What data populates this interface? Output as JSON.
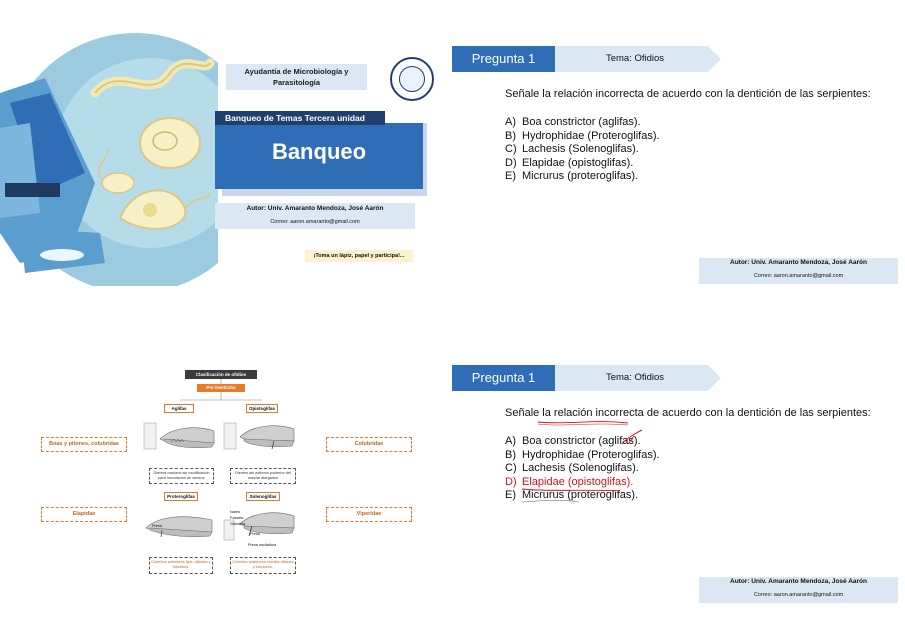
{
  "cover": {
    "institution": "Ayudantía de Microbiología y Parasitología",
    "subtitle": "Banqueo de Temas Tercera unidad",
    "title": "Banqueo",
    "author": "Autor: Univ. Amaranto Mendoza, José Aarón",
    "email": "Correo: aaron.amaranto@gmail.com",
    "cta": "¡Toma un lápiz, papel y participa!..."
  },
  "question_slide": {
    "tab": "Pregunta 1",
    "topic": "Tema: Ofidios",
    "prompt": "Señale la relación incorrecta de acuerdo con la dentición de las serpientes:",
    "options": [
      {
        "letter": "A)",
        "text": "Boa constrictor (aglifas)."
      },
      {
        "letter": "B)",
        "text": "Hydrophidae (Proteroglifas)."
      },
      {
        "letter": "C)",
        "text": "Lachesis (Solenoglifas)."
      },
      {
        "letter": "D)",
        "text": "Elapidae (opistoglifas)."
      },
      {
        "letter": "E)",
        "text": "Micrurus (proteroglifas)."
      }
    ],
    "answer_slide_options": [
      {
        "letter": "A)",
        "text": "Boa constrictor (aglifas)."
      },
      {
        "letter": "B)",
        "text": "Hydrophidae (Proteroglifas)."
      },
      {
        "letter": "C)",
        "text": "Lachesis (Solenoglifas)."
      },
      {
        "letter": "D)",
        "text": "Elapidae (opistoglifas)."
      },
      {
        "letter": "E)",
        "text": "Micrurus (proteroglifas)."
      }
    ],
    "footer_author": "Autor: Univ. Amaranto Mendoza, José Aarón",
    "footer_email": "Correo: aaron.amaranto@gmail.com",
    "highlight_color": "#d0141c"
  },
  "diagram": {
    "title": "Clasificación de ofidios",
    "subtitle": "Por Dentición",
    "types": {
      "aglifas": "Aglifas",
      "opistoglifas": "Opistoglifas",
      "proteroglifas": "Proteroglifas",
      "solenoglifas": "Solenoglifas"
    },
    "examples": {
      "left_top": "Boas y pitones, colubridae",
      "left_bottom": "Elapidae",
      "right_top": "Colubridae",
      "right_bottom": "Viperidae"
    },
    "notes": {
      "aglifas": "Dientes macizos sin modificación para inoculación de veneno",
      "opistoglifas": "Dientes del extremo posterior del maxilar alargados",
      "proteroglifas": "Colmillos anteriores fijos, afilados y tubulares.",
      "solenoglifas": "Colmillos anteriores móviles afilados y tubulares."
    },
    "labels": {
      "presa1": "Presa",
      "presa2": "Presa",
      "nares": "Nares",
      "fosseta": "Fosseta",
      "presa_movil": "Presa osciladora",
      "glandula": "Glándula"
    },
    "accent": "#e07a2a"
  }
}
